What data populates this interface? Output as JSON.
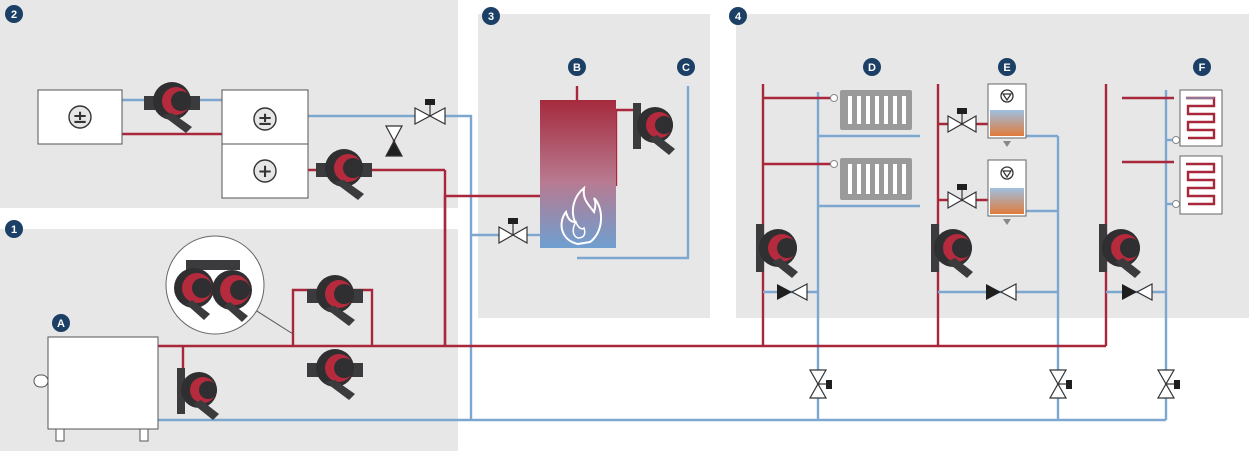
{
  "colors": {
    "hot_pipe": "#a8273a",
    "cold_pipe": "#7ea7cf",
    "zone_background": "#e7e7e8",
    "badge": "#1c3f66",
    "pump_body": "#3b3b3d",
    "pump_accent": "#b52b3d",
    "valve_dark": "#1f1f1f",
    "heater_orange": "#e07b3c"
  },
  "zones": [
    {
      "label": "1"
    },
    {
      "label": "2"
    },
    {
      "label": "3"
    },
    {
      "label": "4"
    }
  ],
  "points": [
    {
      "label": "A"
    },
    {
      "label": "B"
    },
    {
      "label": "C"
    },
    {
      "label": "D"
    },
    {
      "label": "E"
    },
    {
      "label": "F"
    }
  ],
  "symbols": {
    "plus_minus": "±",
    "plus": "+"
  }
}
